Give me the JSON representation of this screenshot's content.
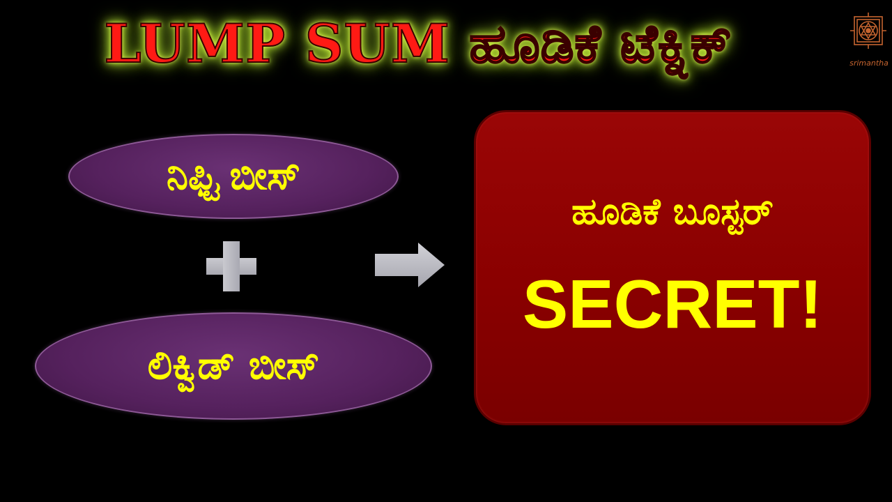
{
  "title": "LUMP SUM ಹೂಡಿಕೆ ಟೆಕ್ನಿಕ್",
  "logo": {
    "text": "srimantha",
    "icon": "srimantha-yantra-logo-icon"
  },
  "left_items": {
    "top_label": "ನಿಫ್ಟಿ ಬೀಸ್",
    "bottom_label": "ಲಿಕ್ವಿಡ್ ಬೀಸ್",
    "operator_icon": "plus-icon",
    "arrow_icon": "arrow-right-icon"
  },
  "result_box": {
    "line1": "ಹೂಡಿಕೆ ಬೂಸ್ಟರ್",
    "line2": "SECRET!"
  },
  "colors": {
    "background": "#000000",
    "title_red": "#ff1a14",
    "title_glow": "#c8f23a",
    "oval_purple": "#55215d",
    "text_yellow": "#ffff00",
    "box_red": "#8a0000",
    "gray_symbol": "#b9b9c0",
    "logo_orange": "#c5642f"
  }
}
